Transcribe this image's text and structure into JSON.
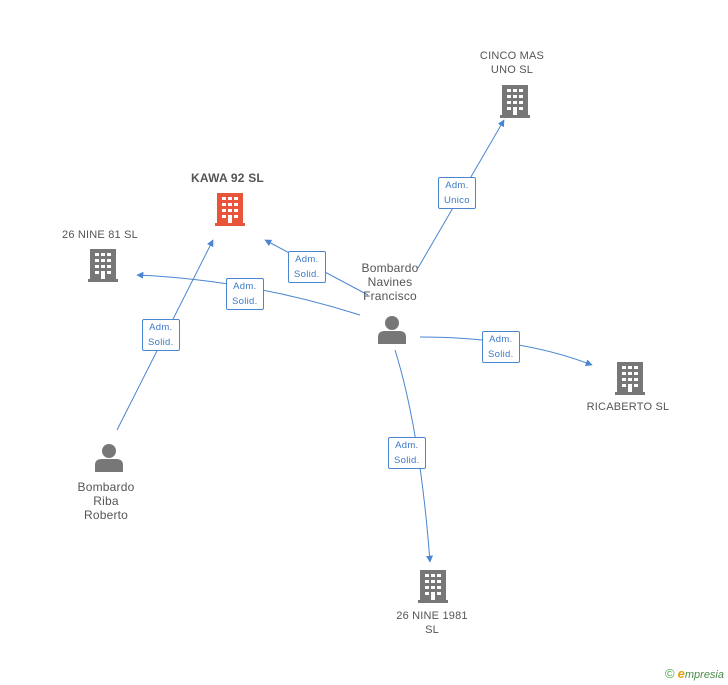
{
  "colors": {
    "edge": "#4a86d0",
    "building": "#777777",
    "building_focus": "#e8553a",
    "person": "#777777"
  },
  "nodes": {
    "kawa": {
      "label": "KAWA 92 SL",
      "icon": "building-icon"
    },
    "nine81": {
      "label": "26 NINE 81 SL",
      "icon": "building-icon"
    },
    "cinco": {
      "label": "CINCO MAS\nUNO SL",
      "icon": "building-icon"
    },
    "ricaberto": {
      "label": "RICABERTO SL",
      "icon": "building-icon"
    },
    "nine1981": {
      "label": "26 NINE 1981\nSL",
      "icon": "building-icon"
    },
    "navines": {
      "label": "Bombardo\nNavines\nFrancisco",
      "icon": "person-icon"
    },
    "riba": {
      "label": "Bombardo\nRiba\nRoberto",
      "icon": "person-icon"
    }
  },
  "edges": {
    "riba_kawa": "Adm.\nSolid.",
    "navines_kawa": "Adm.\nSolid.",
    "navines_nine81": "Adm.\nSolid.",
    "navines_cinco": "Adm.\nUnico",
    "navines_ricaberto": "Adm.\nSolid.",
    "navines_nine1981": "Adm.\nSolid."
  },
  "footer": {
    "copyright": "©",
    "brand_initial": "e",
    "brand_rest": "mpresia"
  }
}
